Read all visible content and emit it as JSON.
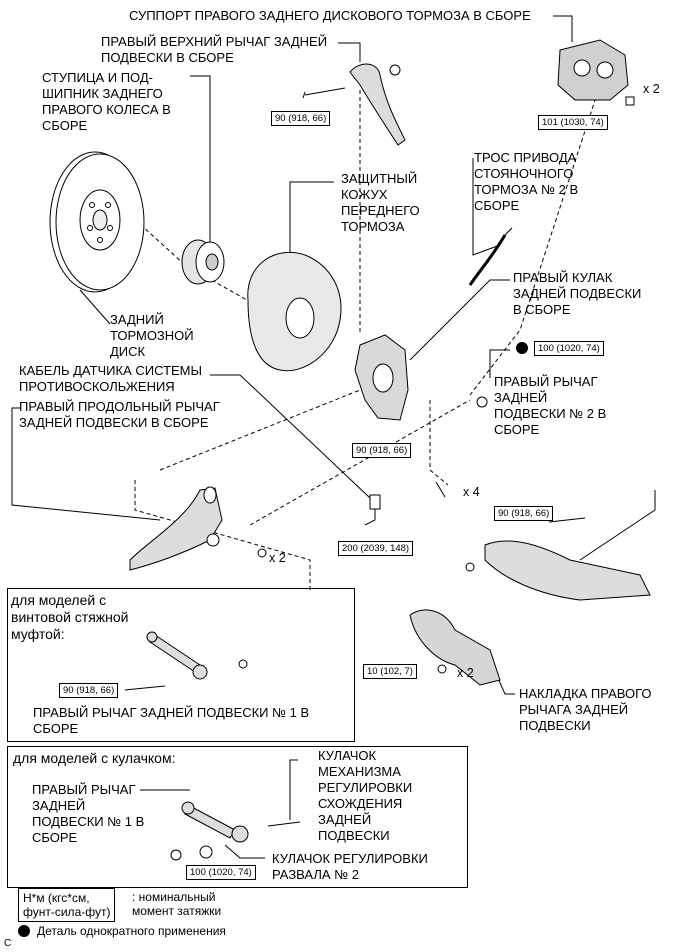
{
  "labels": {
    "caliper": "СУППОРТ ПРАВОГО ЗАДНЕГО ДИСКОВОГО ТОРМОЗА В СБОРЕ",
    "upper_arm": "ПРАВЫЙ ВЕРХНИЙ РЫЧАГ ЗАДНЕЙ\nПОДВЕСКИ В СБОРЕ",
    "hub": "СТУПИЦА И ПОД-\nШИПНИК ЗАДНЕГО\nПРАВОГО КОЛЕСА В\nСБОРЕ",
    "shield": "ЗАЩИТНЫЙ\nКОЖУХ\nПЕРЕДНЕГО\nТОРМОЗА",
    "cable": "ТРОС ПРИВОДА\nСТОЯНОЧНОГО\nТОРМОЗА № 2 В\nСБОРЕ",
    "disc": "ЗАДНИЙ\nТОРМОЗНОЙ\nДИСК",
    "knuckle": "ПРАВЫЙ КУЛАК\nЗАДНЕЙ ПОДВЕСКИ\nВ СБОРЕ",
    "abs_sensor": "КАБЕЛЬ ДАТЧИКА СИСТЕМЫ\nПРОТИВОСКОЛЬЖЕНИЯ",
    "trailing_arm": "ПРАВЫЙ ПРОДОЛЬНЫЙ РЫЧАГ\nЗАДНЕЙ ПОДВЕСКИ В СБОРЕ",
    "arm2": "ПРАВЫЙ РЫЧАГ\nЗАДНЕЙ\nПОДВЕСКИ № 2 В\nСБОРЕ",
    "cover": "НАКЛАДКА ПРАВОГО\nРЫЧАГА ЗАДНЕЙ\nПОДВЕСКИ",
    "box1_title": "для моделей с\nвинтовой стяжной\nмуфтой:",
    "box1_arm": "ПРАВЫЙ РЫЧАГ ЗАДНЕЙ ПОДВЕСКИ № 1 В\nСБОРЕ",
    "box2_title": "для моделей с кулачком:",
    "box2_arm": "ПРАВЫЙ РЫЧАГ\nЗАДНЕЙ\nПОДВЕСКИ № 1 В\nСБОРЕ",
    "toe_cam": "КУЛАЧОК\nМЕХАНИЗМА\nРЕГУЛИРОВКИ\nСХОЖДЕНИЯ\nЗАДНЕЙ\nПОДВЕСКИ",
    "camber_cam": "КУЛАЧОК РЕГУЛИРОВКИ\nРАЗВАЛА № 2"
  },
  "torques": {
    "upper_arm": "90 (918, 66)",
    "caliper": "101 (1030, 74)",
    "arm2_nut": "100 (1020, 74)",
    "knuckle": "90 (918, 66)",
    "arm2_bolt": "90 (918, 66)",
    "trailing": "200 (2039, 148)",
    "box1": "90 (918, 66)",
    "cover": "10 (102, 7)",
    "box2": "100 (1020, 74)"
  },
  "multipliers": {
    "caliper": "x 2",
    "knuckle": "x 4",
    "trailing": "x 2",
    "cover": "x 2"
  },
  "legend": {
    "unit_box": "Н*м (кгс*см,\nфунт-сила-фут)",
    "unit_desc": ": номинальный\nмомент затяжки",
    "onetime": "Деталь однократного применения"
  },
  "corner_mark": "C"
}
